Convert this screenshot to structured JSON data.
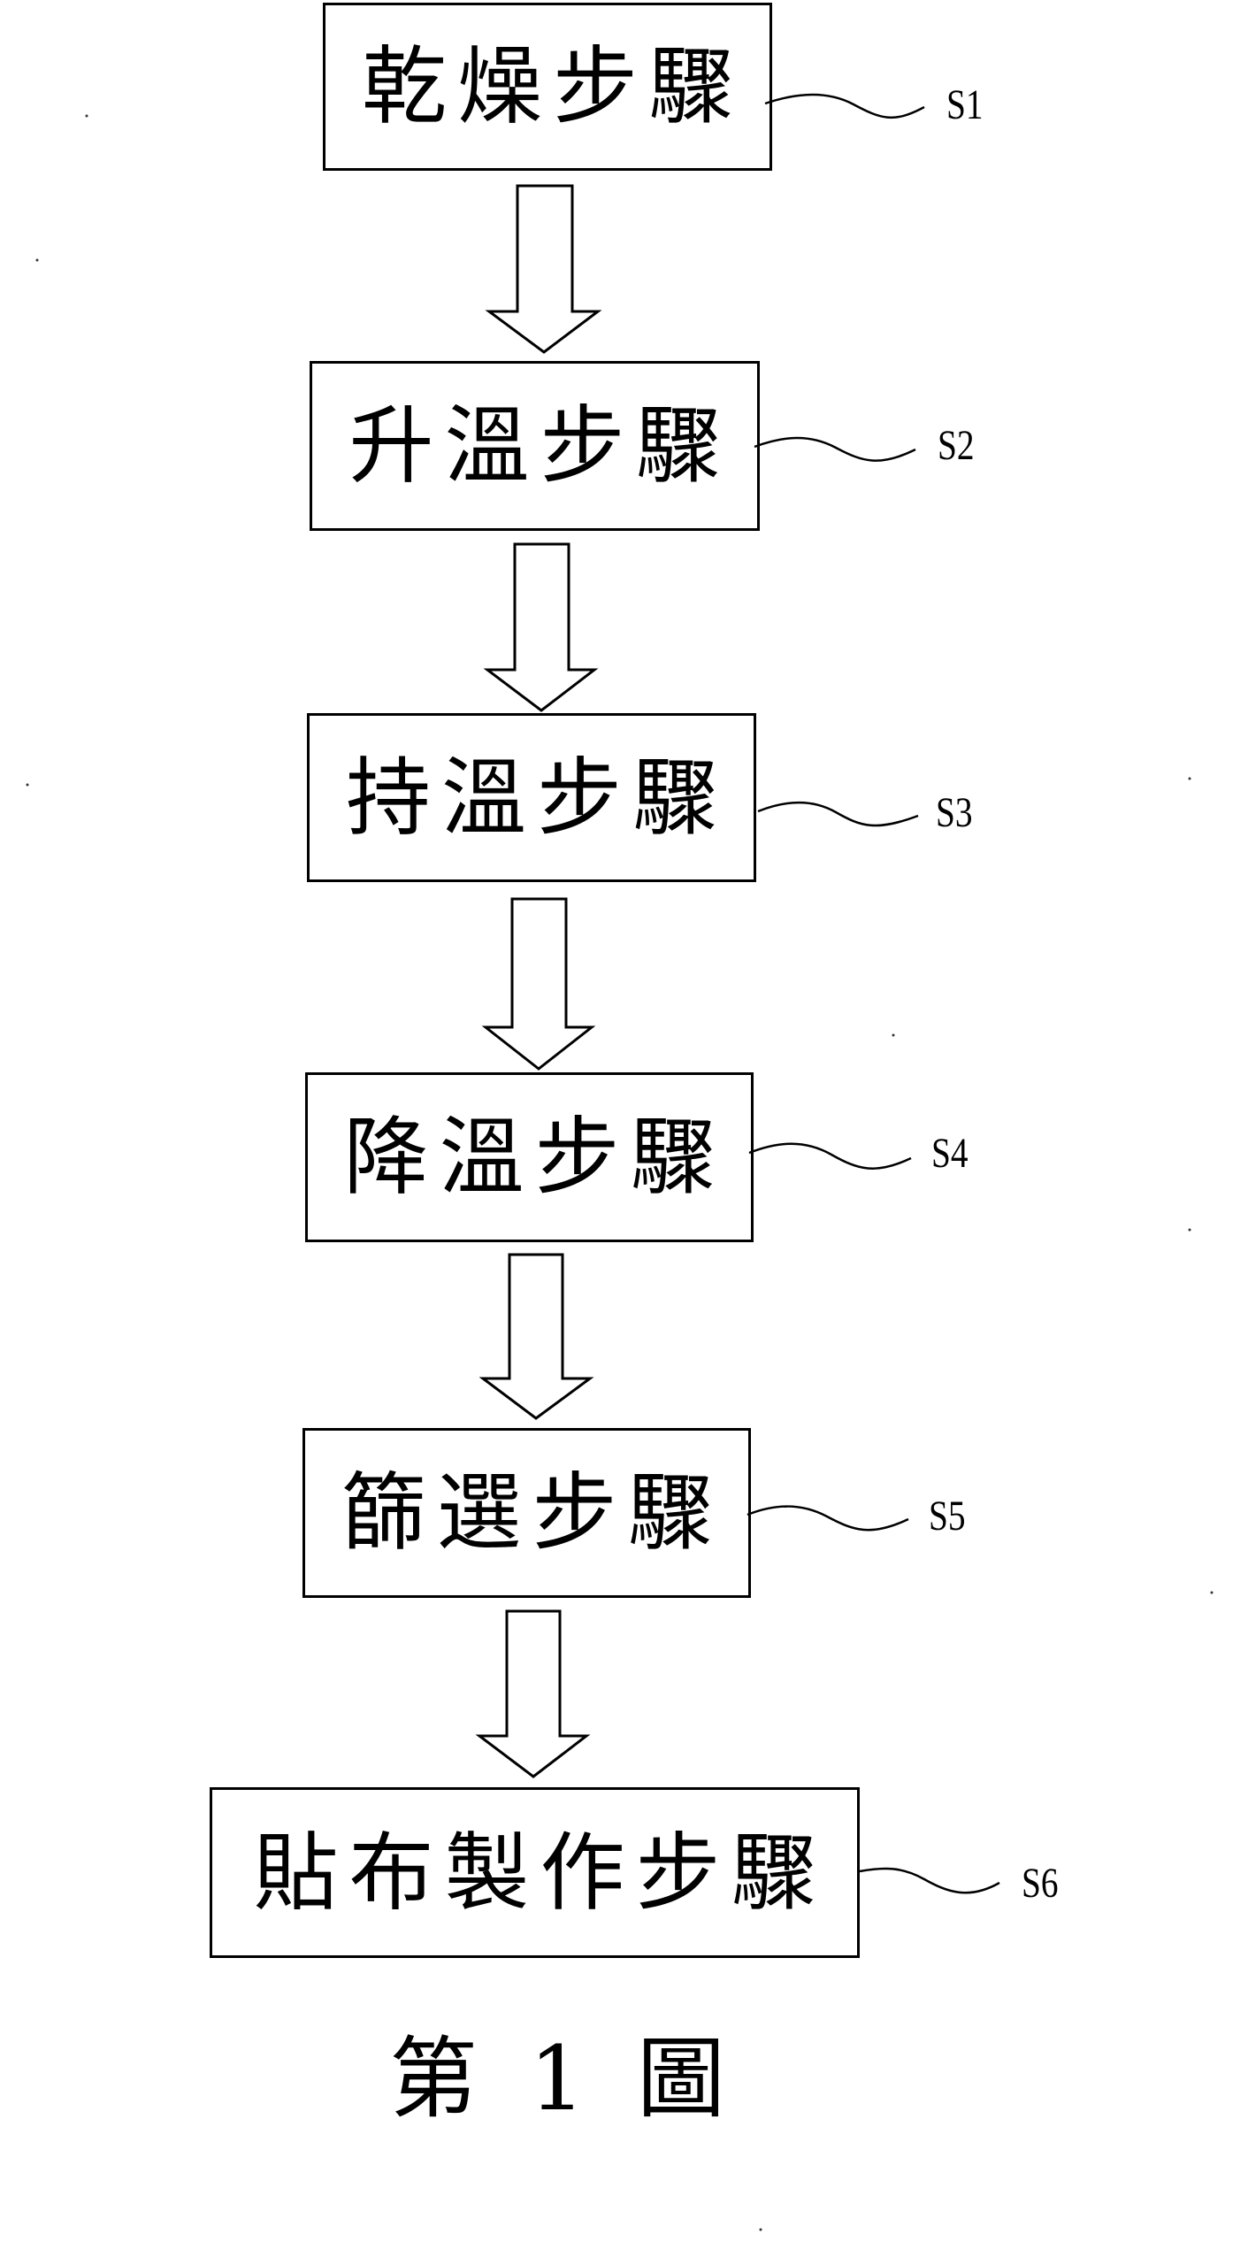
{
  "figure": {
    "type": "flowchart",
    "direction": "top-to-bottom",
    "caption": {
      "prefix": "第",
      "number": "1",
      "suffix": "圖"
    },
    "steps": [
      {
        "id": "S1",
        "label": "乾燥步驟",
        "ref": "S1"
      },
      {
        "id": "S2",
        "label": "升溫步驟",
        "ref": "S2"
      },
      {
        "id": "S3",
        "label": "持溫步驟",
        "ref": "S3"
      },
      {
        "id": "S4",
        "label": "降溫步驟",
        "ref": "S4"
      },
      {
        "id": "S5",
        "label": "篩選步驟",
        "ref": "S5"
      },
      {
        "id": "S6",
        "label": "貼布製作步驟",
        "ref": "S6"
      }
    ],
    "connections": [
      {
        "from": "S1",
        "to": "S2",
        "style": "hollow-block-arrow"
      },
      {
        "from": "S2",
        "to": "S3",
        "style": "hollow-block-arrow"
      },
      {
        "from": "S3",
        "to": "S4",
        "style": "hollow-block-arrow"
      },
      {
        "from": "S4",
        "to": "S5",
        "style": "hollow-block-arrow"
      },
      {
        "from": "S5",
        "to": "S6",
        "style": "hollow-block-arrow"
      }
    ],
    "colors": {
      "ink": "#000000",
      "paper": "#ffffff"
    }
  }
}
